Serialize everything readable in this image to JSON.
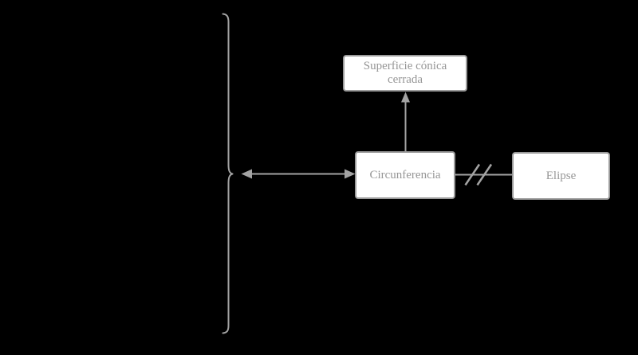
{
  "colors": {
    "background": "#000000",
    "box-fill": "#ffffff",
    "box-border": "#9b9b9b",
    "box-text": "#969696",
    "connector": "#a3a3a3"
  },
  "diagram": {
    "nodes": [
      {
        "id": "superficie",
        "label": "Superficie cónica cerrada"
      },
      {
        "id": "circunferencia",
        "label": "Circunferencia"
      },
      {
        "id": "elipse",
        "label": "Elipse"
      }
    ],
    "connectors": [
      {
        "name": "curly-brace",
        "type": "right-curly-brace"
      },
      {
        "name": "brace-to-circunferencia",
        "type": "double-headed-arrow"
      },
      {
        "name": "circunferencia-to-superficie",
        "type": "arrow-up"
      },
      {
        "name": "circunferencia-to-elipse",
        "type": "crossed-out-line"
      }
    ]
  }
}
